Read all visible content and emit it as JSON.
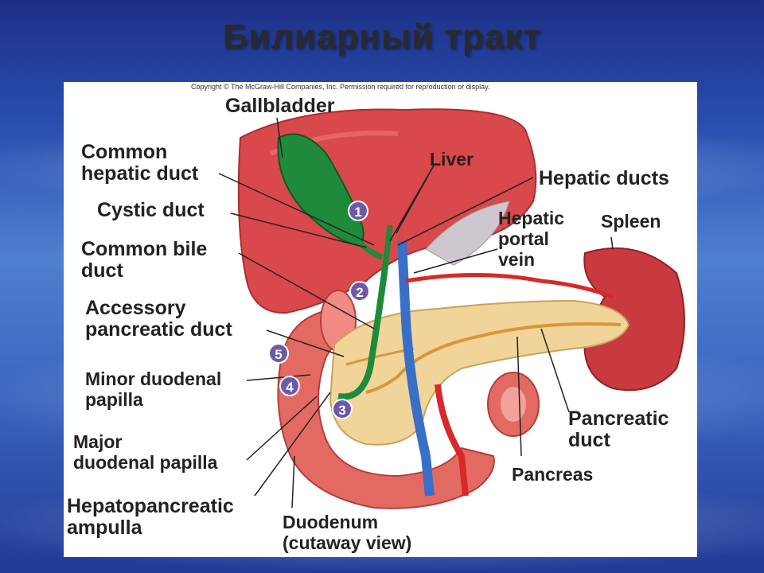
{
  "slide": {
    "title": "Билиарный тракт",
    "copyright": "Copyright © The McGraw-Hill Companies, Inc. Permission required for reproduction or display."
  },
  "labels": {
    "gallbladder": "Gallbladder",
    "common_hepatic_duct": "Common\nhepatic duct",
    "cystic_duct": "Cystic duct",
    "common_bile_duct": "Common bile\nduct",
    "accessory_pancreatic_duct": "Accessory\npancreatic duct",
    "minor_duodenal_papilla": "Minor duodenal\npapilla",
    "major_duodenal_papilla": "Major\nduodenal papilla",
    "hepatopancreatic_ampulla": "Hepatopancreatic\nampulla",
    "duodenum": "Duodenum\n(cutaway view)",
    "liver": "Liver",
    "hepatic_ducts": "Hepatic ducts",
    "hepatic_portal_vein": "Hepatic\nportal\nvein",
    "spleen": "Spleen",
    "pancreatic_duct": "Pancreatic\nduct",
    "pancreas": "Pancreas"
  },
  "markers": [
    "1",
    "2",
    "3",
    "4",
    "5"
  ],
  "colors": {
    "liver": "#d9484a",
    "gallbladder": "#1f8a3a",
    "pancreas": "#f0d49a",
    "duodenum": "#e36a63",
    "spleen": "#c93a3e",
    "vein": "#3a6fc7",
    "artery": "#d8282a",
    "marker": "#6a5aa8"
  }
}
